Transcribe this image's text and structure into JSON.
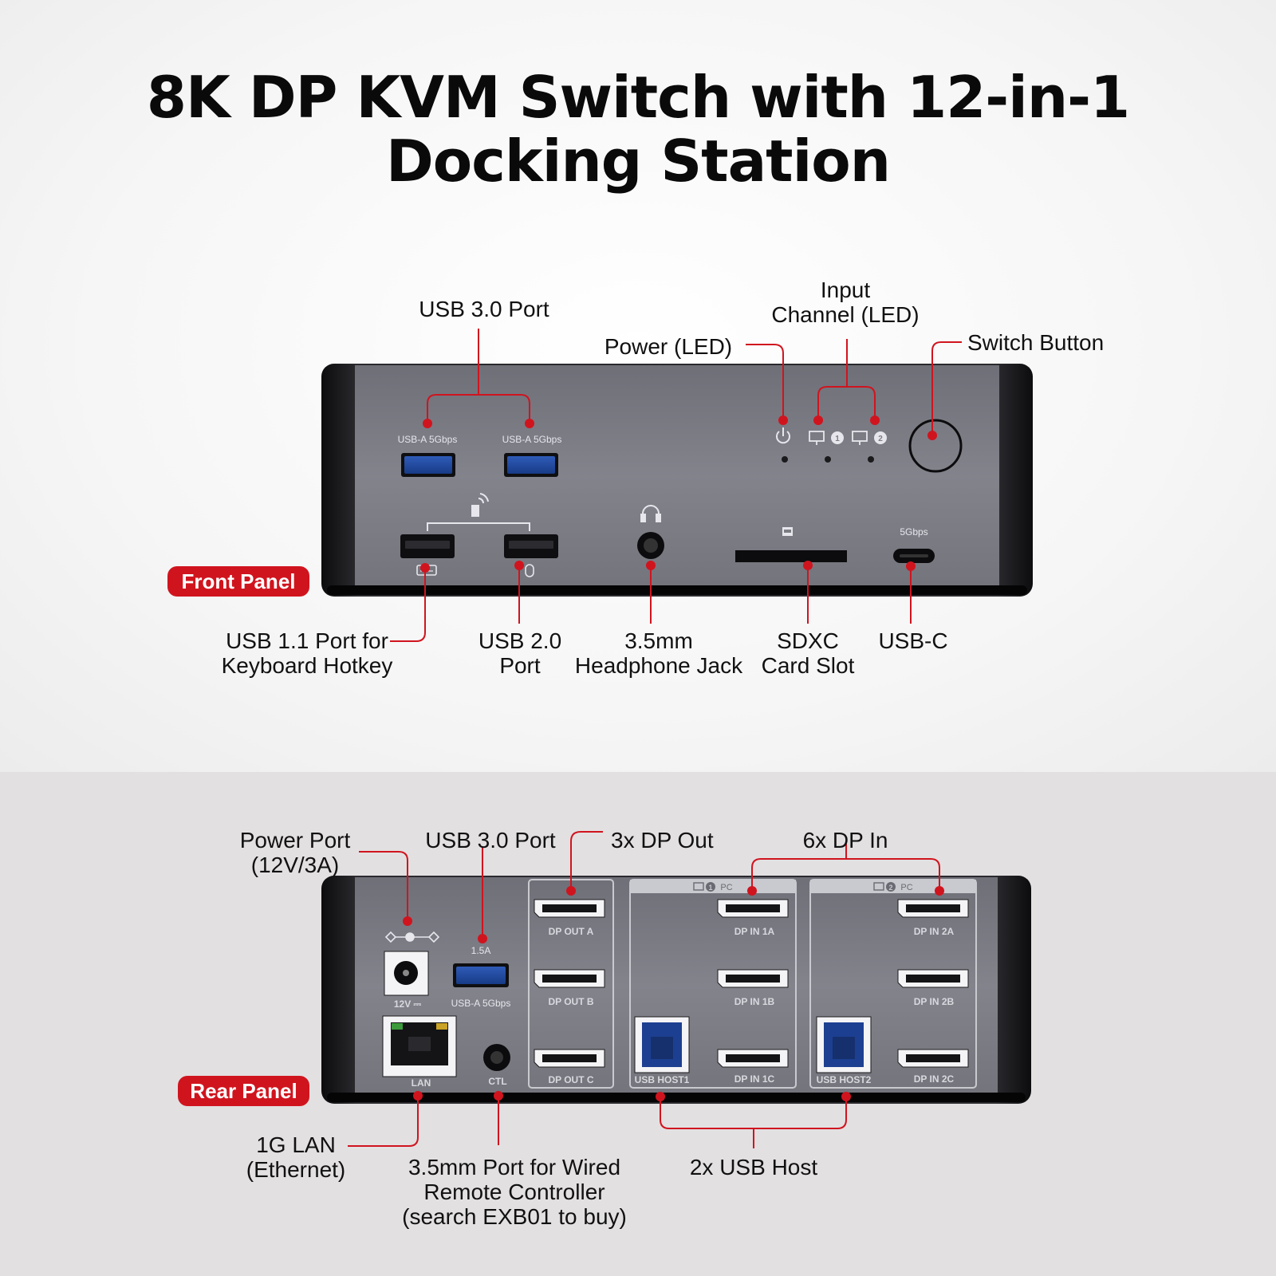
{
  "title": {
    "line1": "8K DP KVM Switch with 12-in-1",
    "line2": "Docking Station"
  },
  "colors": {
    "accent": "#d0141e",
    "panel": "#7c7c84",
    "body": "#1a1a1c"
  },
  "front": {
    "badge": "Front Panel",
    "labels": {
      "usb30": "USB 3.0 Port",
      "power_led": "Power (LED)",
      "input_channel_1": "Input",
      "input_channel_2": "Channel (LED)",
      "switch_button": "Switch Button",
      "usb11_1": "USB 1.1 Port for",
      "usb11_2": "Keyboard Hotkey",
      "usb20_1": "USB 2.0",
      "usb20_2": "Port",
      "headphone_1": "3.5mm",
      "headphone_2": "Headphone Jack",
      "sdxc_1": "SDXC",
      "sdxc_2": "Card Slot",
      "usbc": "USB-C"
    },
    "port_text": {
      "usba_left": "USB-A 5Gbps",
      "usba_right": "USB-A 5Gbps",
      "usbc_speed": "5Gbps"
    },
    "icons": [
      "power-icon",
      "monitor-1-icon",
      "monitor-2-icon",
      "wireless-dongle-icon",
      "headphone-icon",
      "sd-card-icon",
      "keyboard-icon",
      "mouse-icon"
    ]
  },
  "rear": {
    "badge": "Rear Panel",
    "labels": {
      "power_port_1": "Power Port",
      "power_port_2": "(12V/3A)",
      "usb30": "USB 3.0 Port",
      "dp_out": "3x DP Out",
      "dp_in": "6x DP In",
      "lan_1": "1G LAN",
      "lan_2": "(Ethernet)",
      "ctl_1": "3.5mm Port for Wired",
      "ctl_2": "Remote Controller",
      "ctl_3": "(search EXB01 to buy)",
      "usb_host": "2x USB Host"
    },
    "port_text": {
      "amps": "1.5A",
      "usba": "USB-A 5Gbps",
      "volts": "12V ⎓",
      "lan": "LAN",
      "ctl": "CTL",
      "dp_out_a": "DP OUT A",
      "dp_out_b": "DP OUT B",
      "dp_out_c": "DP OUT C",
      "dp_in_1a": "DP IN 1A",
      "dp_in_1b": "DP IN 1B",
      "dp_in_1c": "DP IN 1C",
      "dp_in_2a": "DP IN 2A",
      "dp_in_2b": "DP IN 2B",
      "dp_in_2c": "DP IN 2C",
      "host1": "USB HOST1",
      "host2": "USB HOST2",
      "pc": "PC",
      "pc1_num": "1",
      "pc2_num": "2"
    }
  }
}
